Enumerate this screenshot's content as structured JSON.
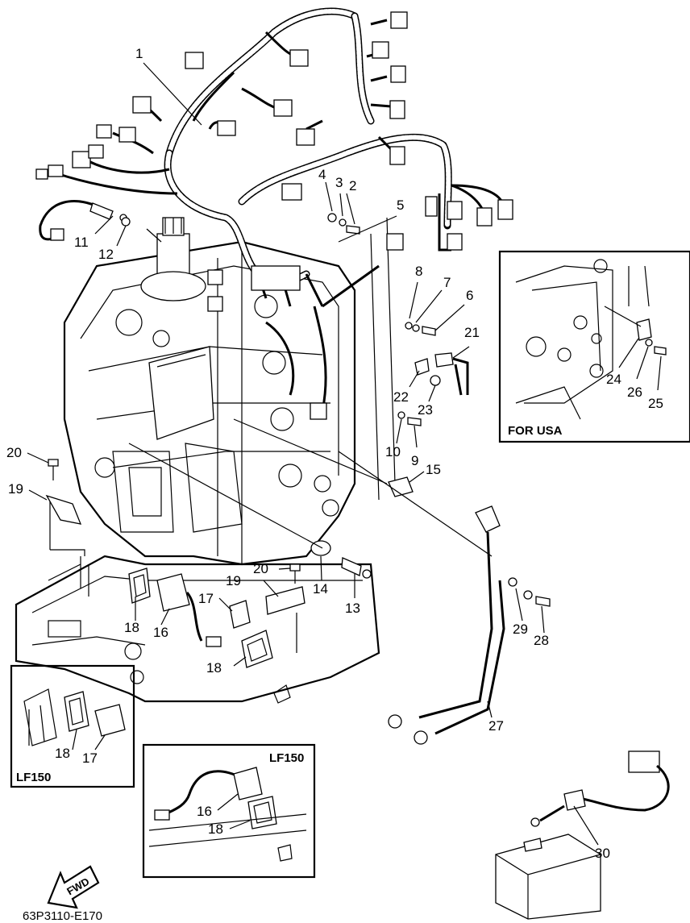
{
  "labels": {
    "p1": "1",
    "p2": "2",
    "p3": "3",
    "p4": "4",
    "p5": "5",
    "p6": "6",
    "p7": "7",
    "p8": "8",
    "p9": "9",
    "p10": "10",
    "p11": "11",
    "p12": "12",
    "p13": "13",
    "p14": "14",
    "p15": "15",
    "p16": "16",
    "p17": "17",
    "p18": "18",
    "p19": "19",
    "p20": "20",
    "p21": "21",
    "p22": "22",
    "p23": "23",
    "p24": "24",
    "p25": "25",
    "p26": "26",
    "p27": "27",
    "p28": "28",
    "p29": "29",
    "p30": "30",
    "p19b": "19",
    "p20b": "20",
    "p16b": "16",
    "p17b": "17",
    "p18b": "18",
    "p18c": "18",
    "in_l18": "18",
    "in_l17": "17",
    "in_c16": "16",
    "in_c18": "18"
  },
  "insets": {
    "usa_title": "FOR USA",
    "lf150_left_title": "LF150",
    "lf150_center_title": "LF150"
  },
  "fwd_label": "FWD",
  "figure_code": "63P3110-E170"
}
